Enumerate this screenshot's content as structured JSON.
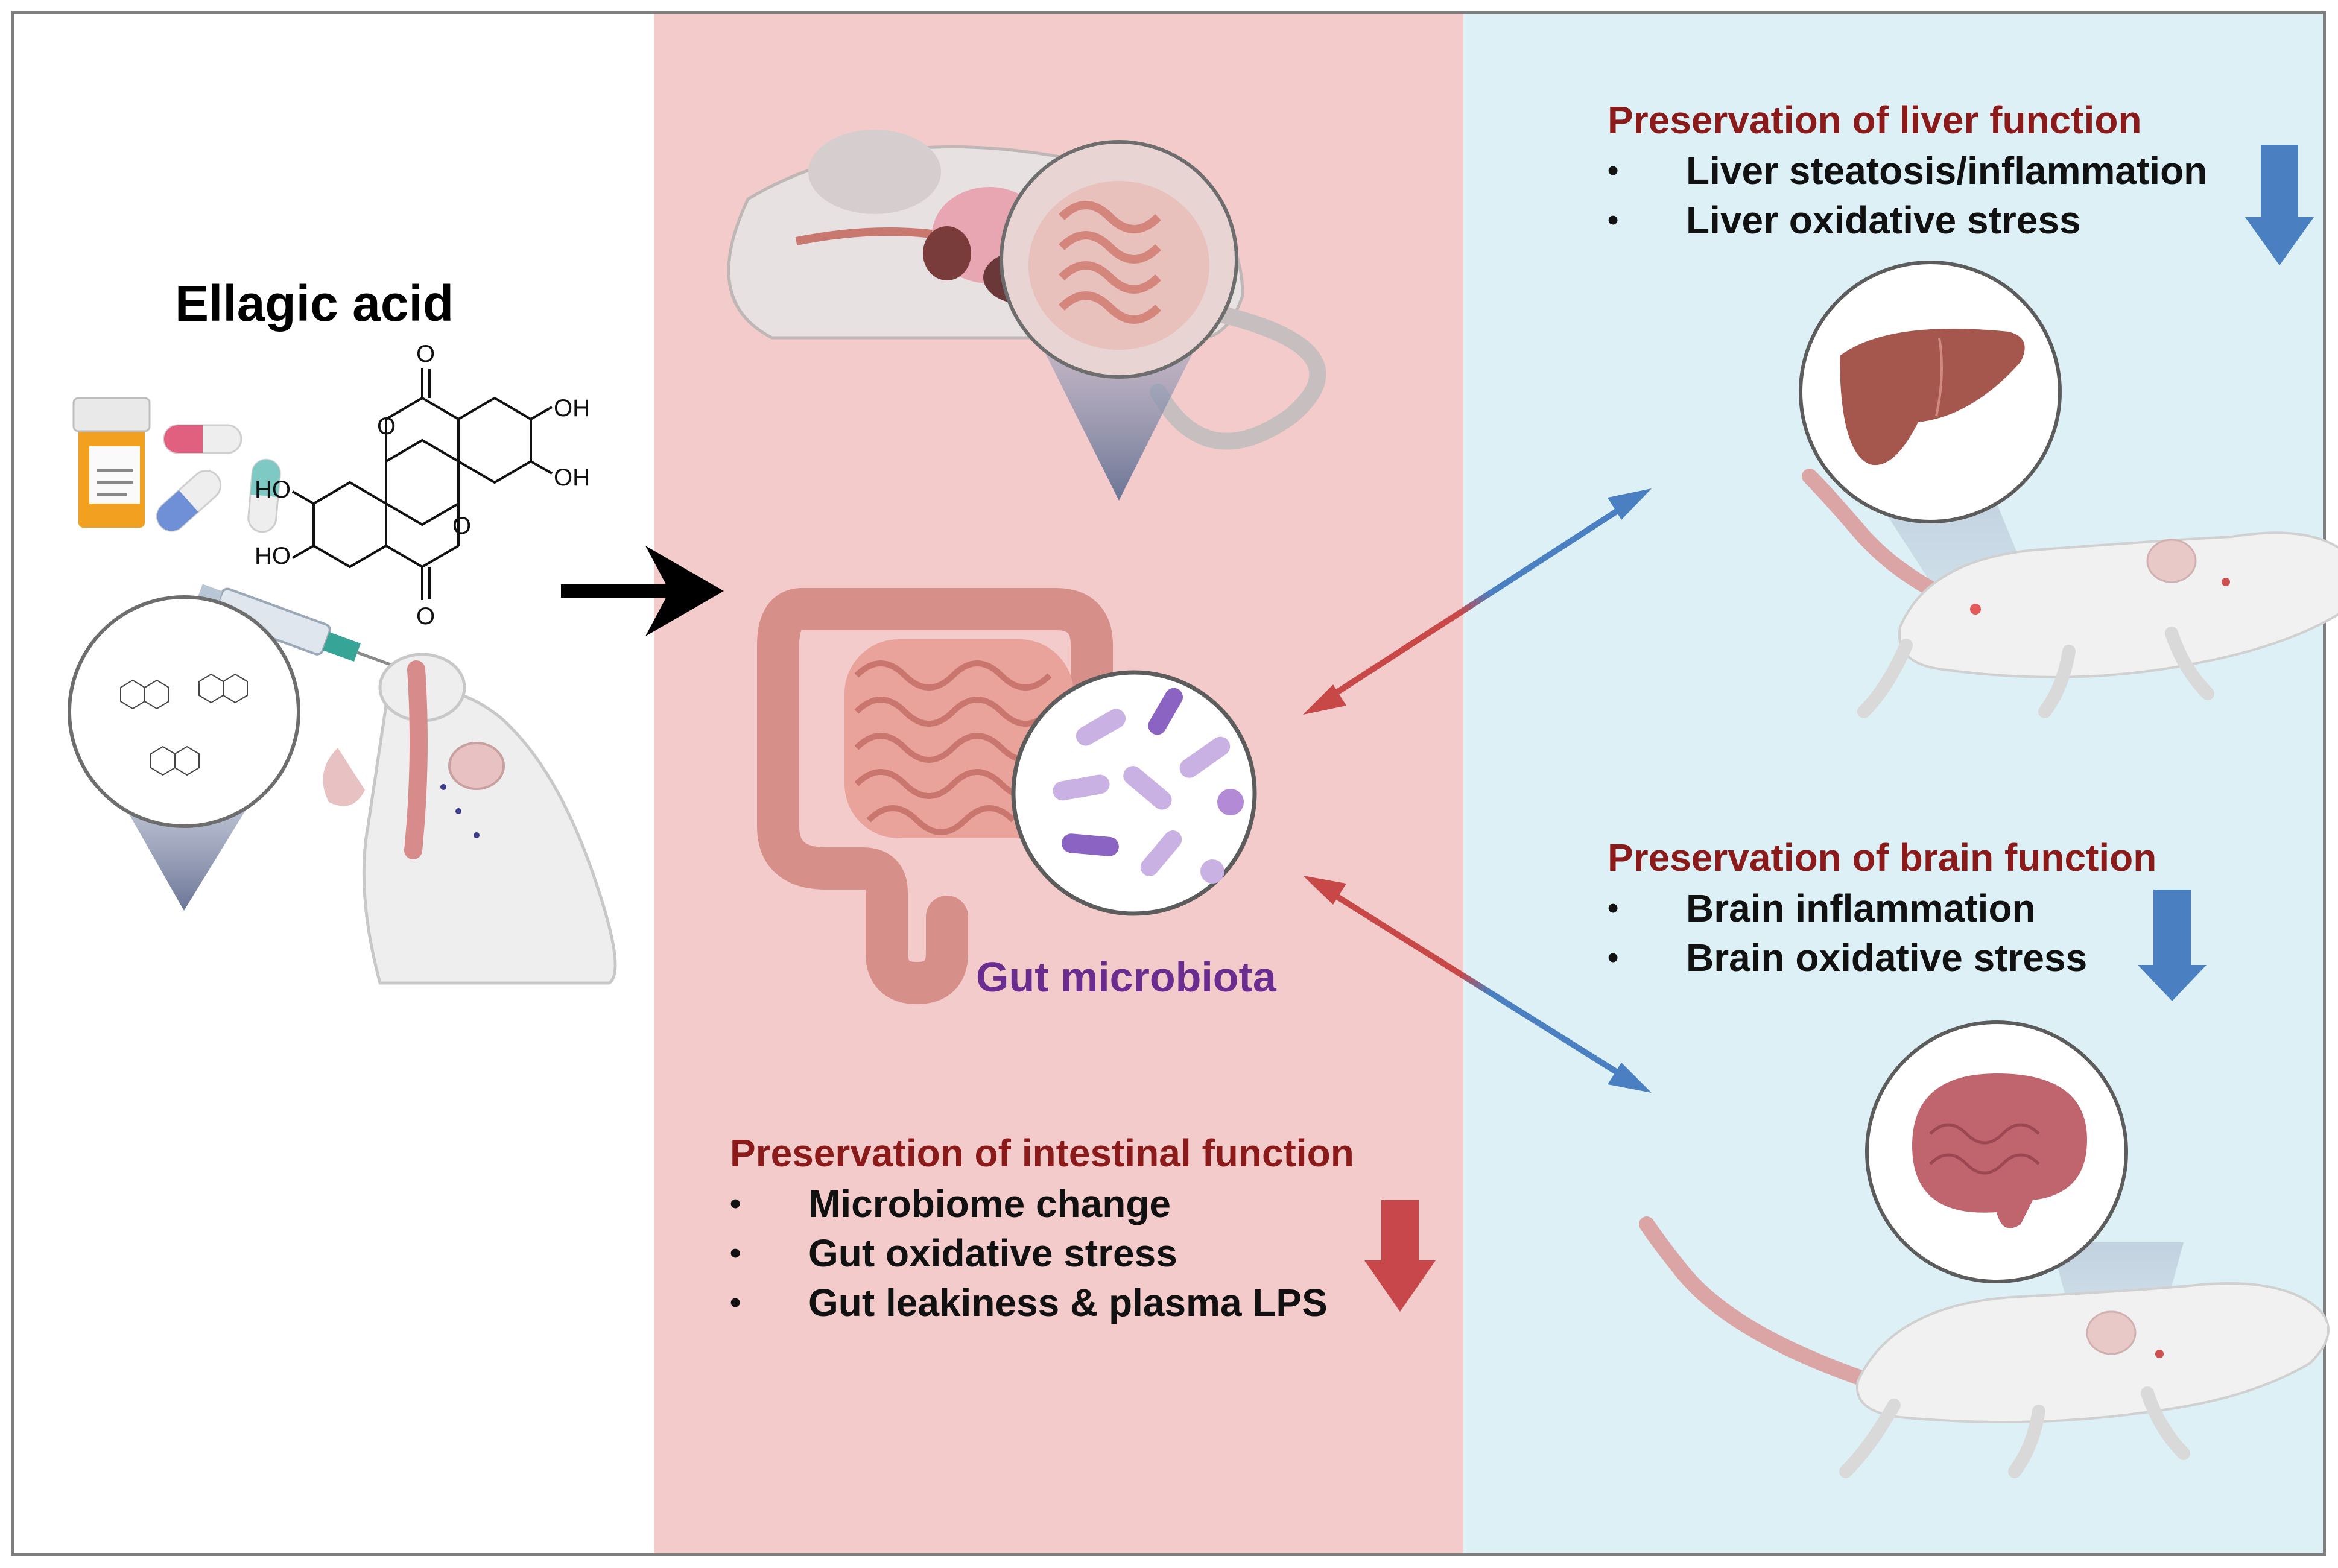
{
  "left": {
    "compound_title": "Ellagic acid"
  },
  "structure_labels": {
    "oh": "OH",
    "ho": "HO",
    "o": "O"
  },
  "middle": {
    "gut_label": "Gut microbiota",
    "intestinal": {
      "heading": "Preservation of intestinal function",
      "items": [
        "Microbiome change",
        "Gut oxidative stress",
        "Gut leakiness & plasma LPS"
      ]
    }
  },
  "right": {
    "liver": {
      "heading": "Preservation of liver function",
      "items": [
        "Liver steatosis/inflammation",
        "Liver oxidative stress"
      ]
    },
    "brain": {
      "heading": "Preservation of brain function",
      "items": [
        "Brain inflammation",
        "Brain oxidative stress"
      ]
    }
  },
  "colors": {
    "middle_panel": "#f3cbcb",
    "right_panel": "#dcf0f5",
    "heading_red": "#8b1a1a",
    "gut_purple": "#6a2d8f",
    "down_blue": "#4a7fc1",
    "down_red": "#c8474a",
    "arrow_red": "#c84848",
    "arrow_blue": "#4a7fc1"
  },
  "icons": [
    "pill-bottle-icon",
    "capsule-icon",
    "syringe-icon",
    "mouse-icon",
    "intestine-icon",
    "bacteria-icon",
    "liver-icon",
    "brain-icon",
    "rat-icon",
    "down-arrow-icon"
  ]
}
